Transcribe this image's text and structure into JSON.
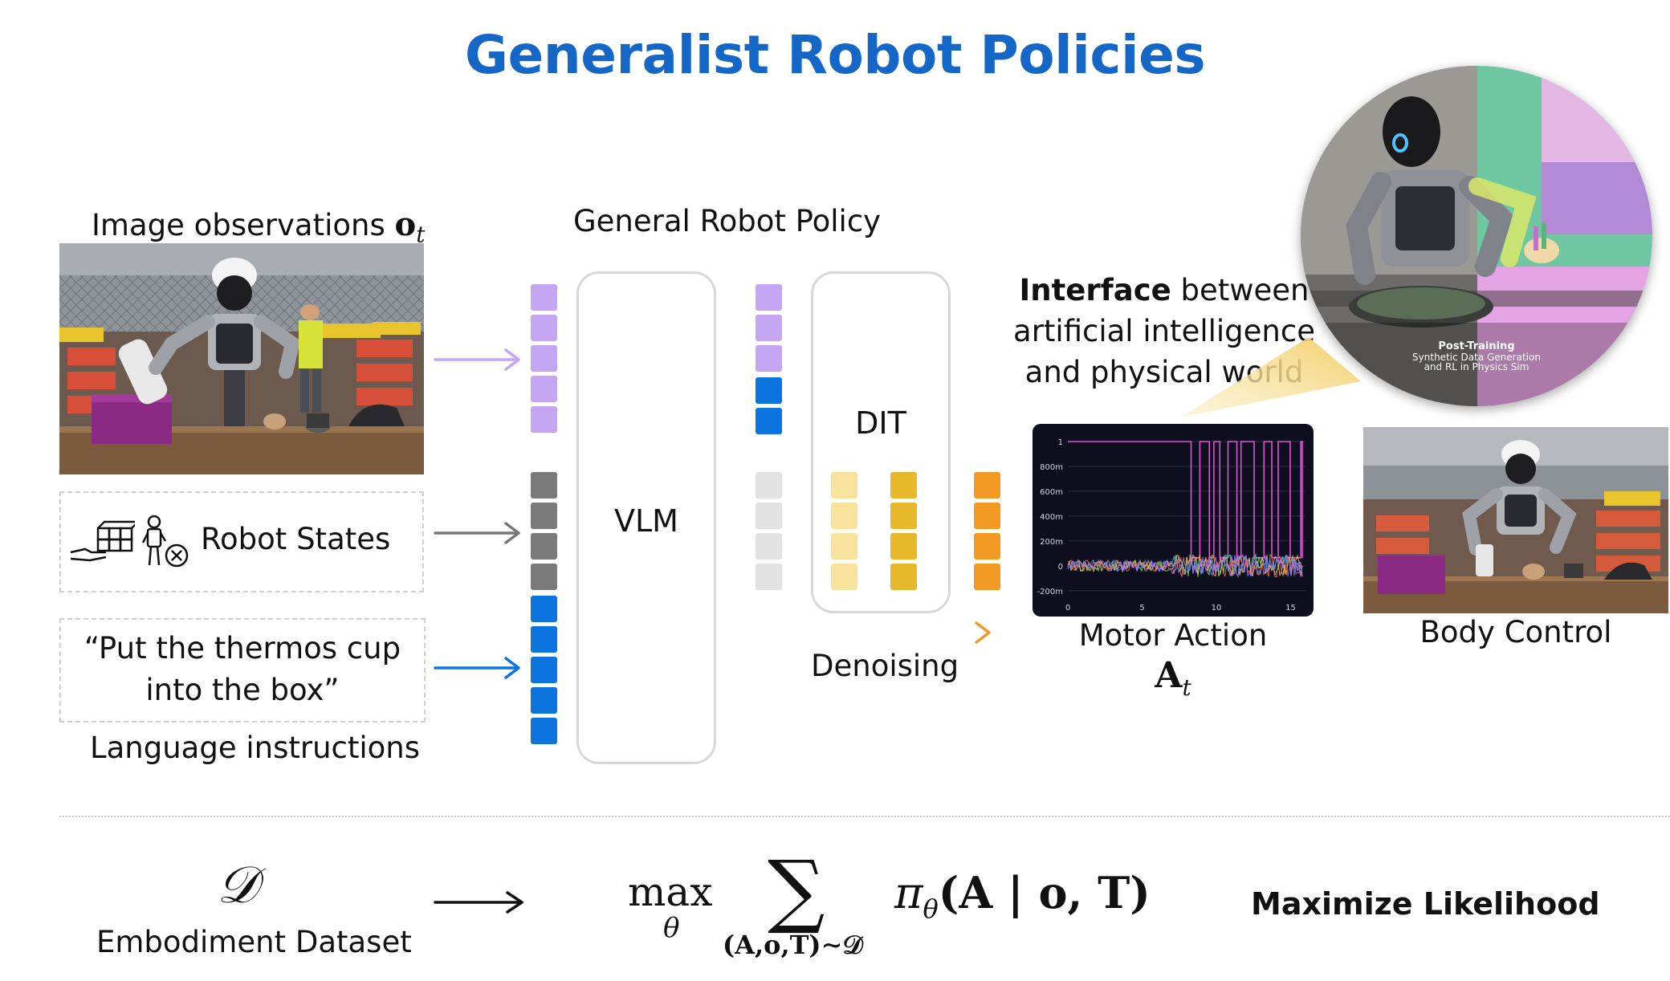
{
  "title": "Generalist Robot Policies",
  "inputs": {
    "image_obs_label": "Image observations",
    "image_obs_symbol": "o",
    "image_obs_sub": "t",
    "robot_states_label": "Robot States",
    "instruction_line1": "“Put the thermos cup",
    "instruction_line2": "into the box”",
    "language_label": "Language instructions"
  },
  "policy": {
    "title": "General Robot Policy",
    "vlm_label": "VLM",
    "dit_label": "DIT",
    "denoising_label": "Denoising"
  },
  "interface": {
    "bold": "Interface",
    "line1_rest": " between",
    "line2": "artificial intelligence",
    "line3": "and physical world"
  },
  "sim_image": {
    "caption_title": "Post-Training",
    "caption_line1": "Synthetic Data Generation",
    "caption_line2": "and RL in Physics Sim"
  },
  "output": {
    "motor_action_label": "Motor Action",
    "motor_symbol": "A",
    "motor_sub": "t",
    "body_control_label": "Body Control"
  },
  "motor_chart": {
    "y_ticks": [
      "1",
      "800m",
      "600m",
      "400m",
      "200m",
      "0",
      "-200m"
    ],
    "x_ticks": [
      "0",
      "5",
      "10",
      "15"
    ]
  },
  "bottom": {
    "dataset_symbol": "𝒟",
    "dataset_label": "Embodiment Dataset",
    "formula_max": "max",
    "formula_theta": "θ",
    "formula_sigma": "∑",
    "formula_sub": "(A,o,T)∼𝒟",
    "formula_body": "π",
    "formula_body_sub": "θ",
    "formula_args": "(A | o, T)",
    "objective_label": "Maximize Likelihood"
  },
  "colors": {
    "title_blue": "#1466c7",
    "image_token": "#c4a6f2",
    "state_token": "#7a7a7a",
    "language_token": "#0b74df",
    "pale_gray_token": "#e2e2e2",
    "pale_yellow_token": "#f7e39c",
    "yellow_token": "#e8b82c",
    "orange_token": "#f39a25"
  }
}
